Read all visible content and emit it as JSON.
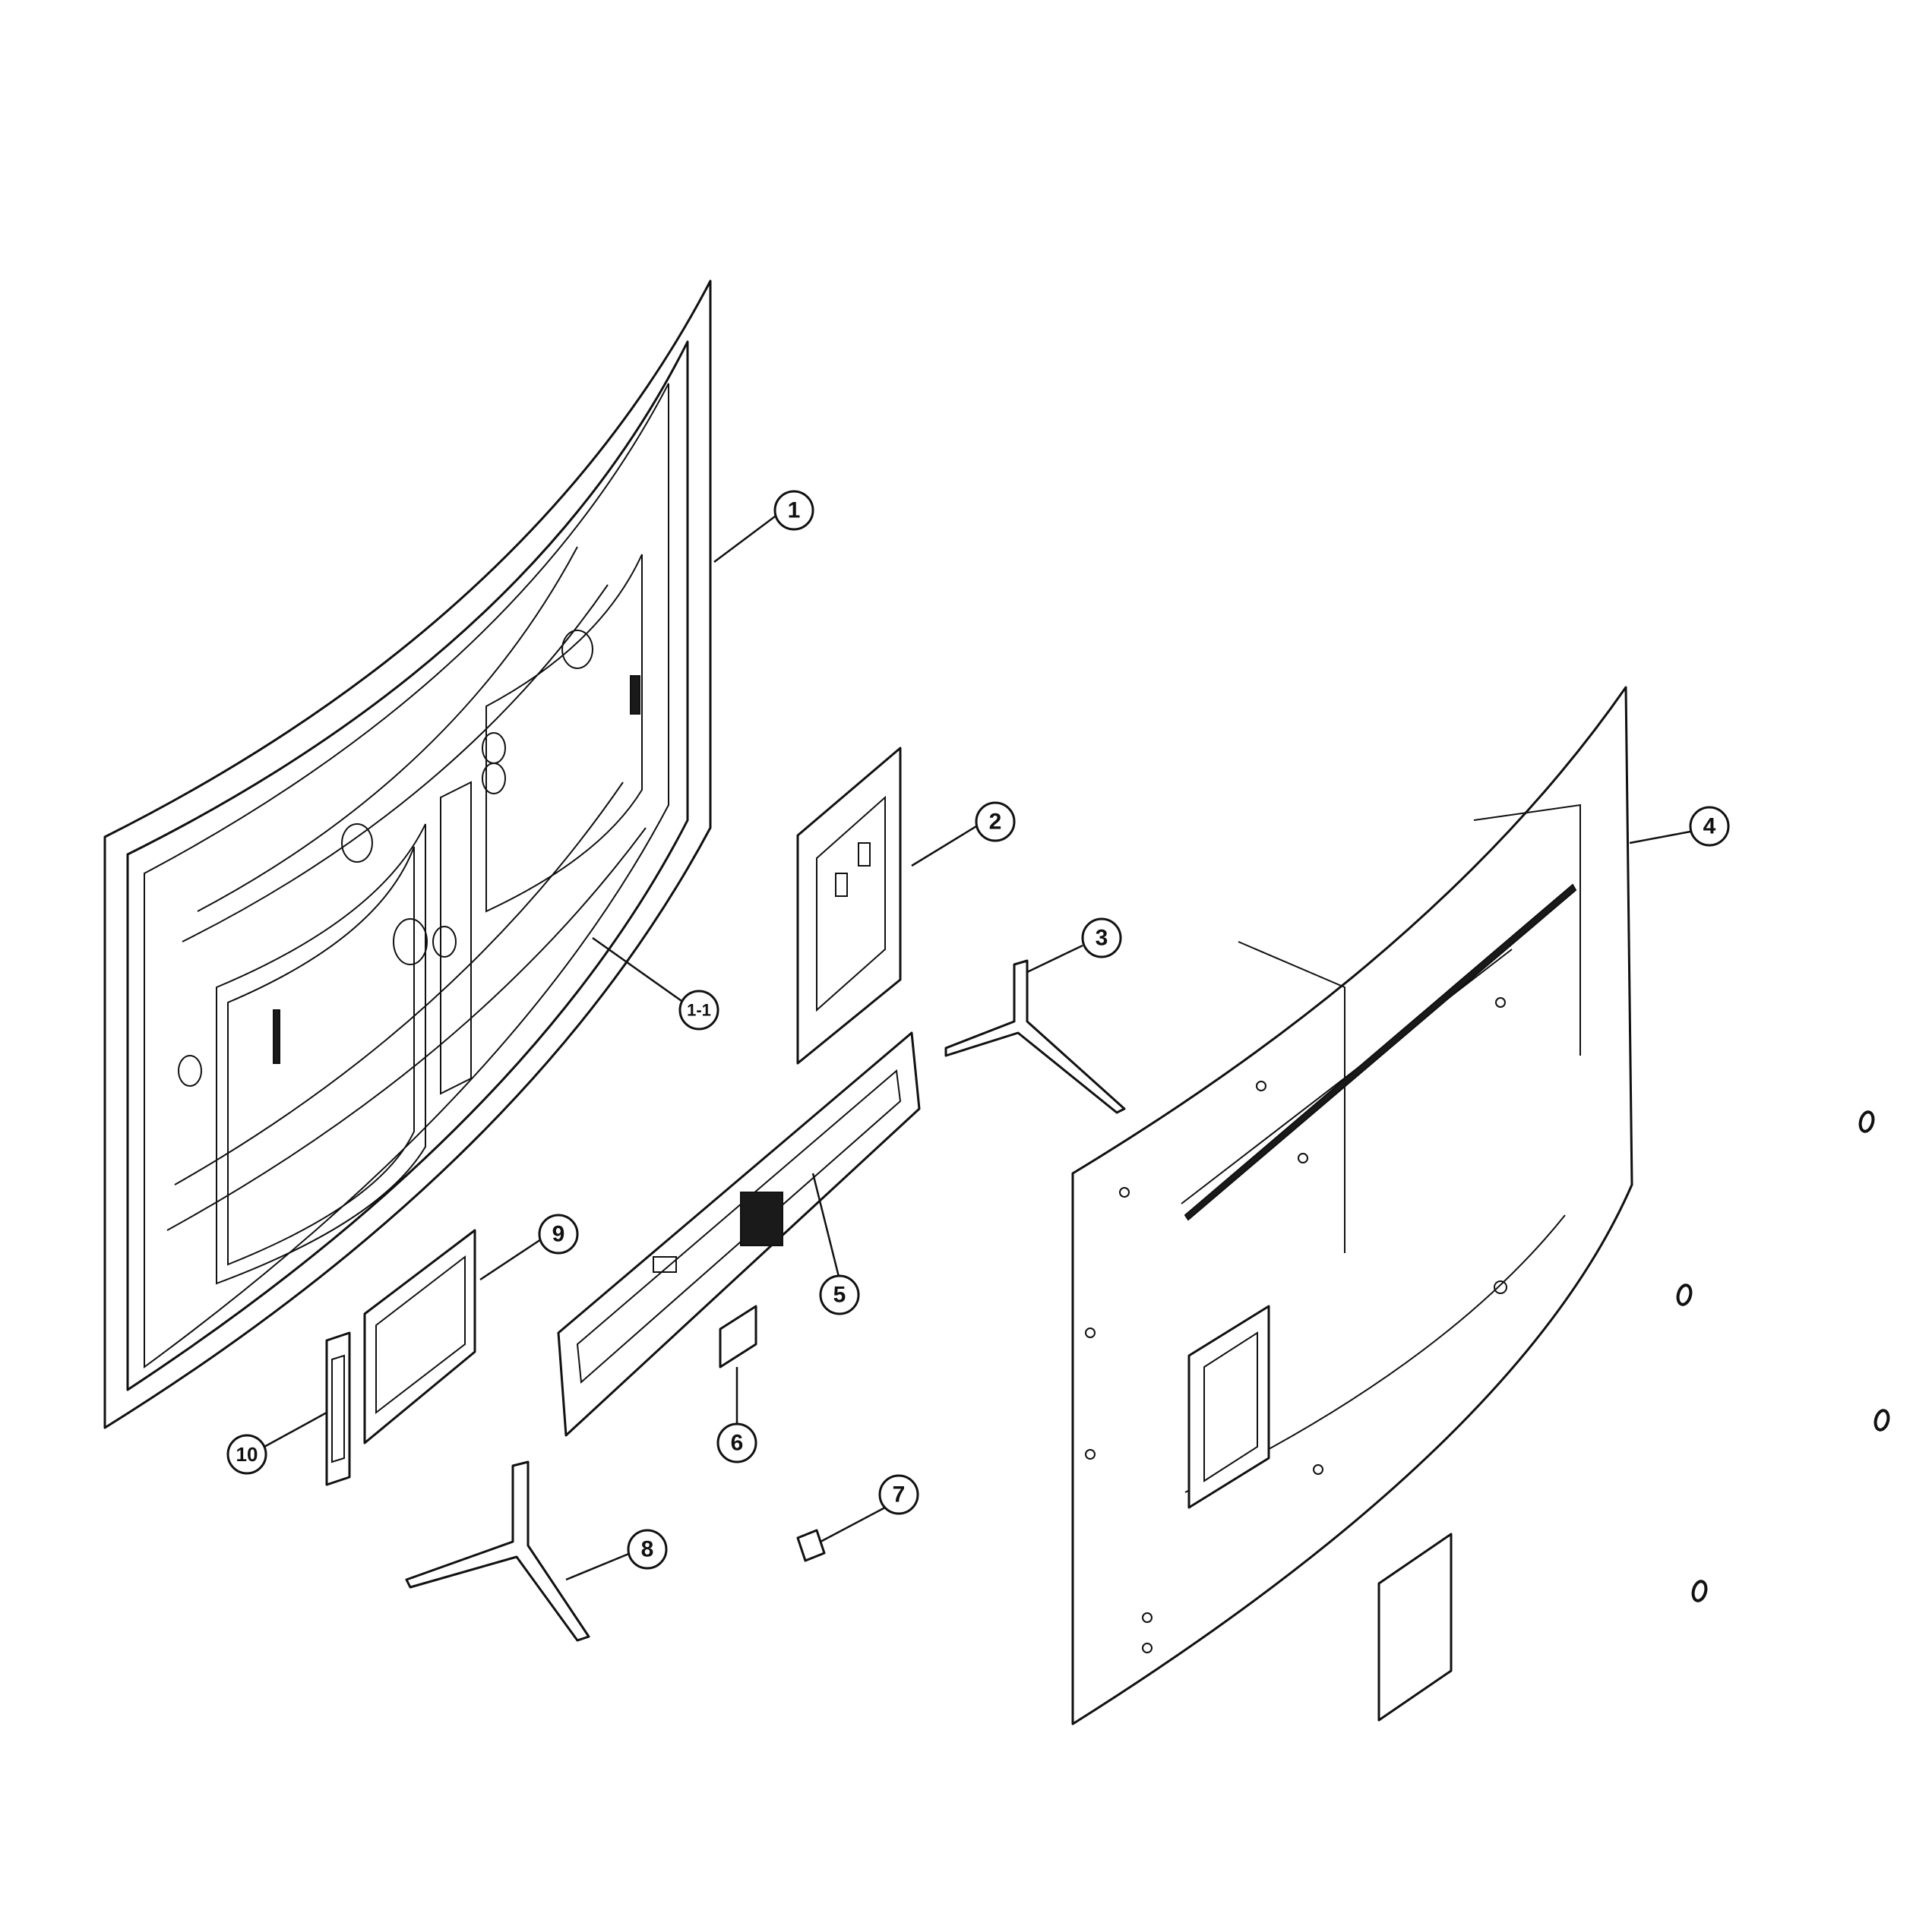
{
  "diagram": {
    "callouts": [
      {
        "id": "1",
        "label": "1"
      },
      {
        "id": "1-1",
        "label": "1-1"
      },
      {
        "id": "2",
        "label": "2"
      },
      {
        "id": "3",
        "label": "3"
      },
      {
        "id": "4",
        "label": "4"
      },
      {
        "id": "5",
        "label": "5"
      },
      {
        "id": "6",
        "label": "6"
      },
      {
        "id": "7",
        "label": "7"
      },
      {
        "id": "8",
        "label": "8"
      },
      {
        "id": "9",
        "label": "9"
      },
      {
        "id": "10",
        "label": "10"
      }
    ]
  }
}
